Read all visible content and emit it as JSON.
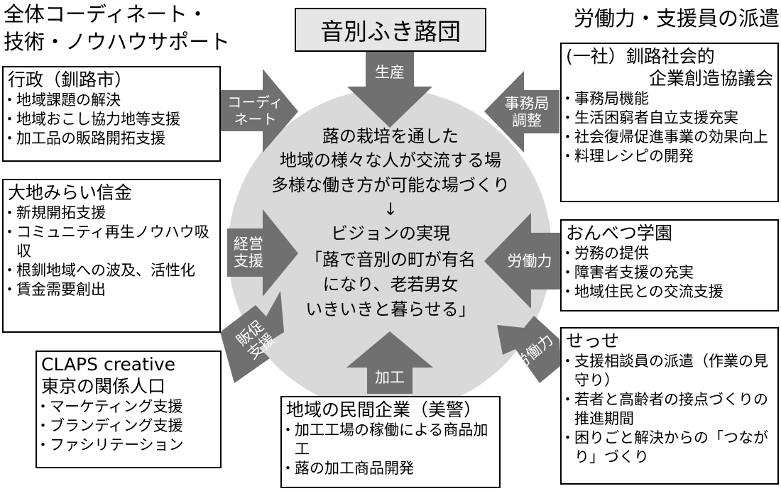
{
  "headings": {
    "left_line1": "全体コーディネート・",
    "left_line2": "技術・ノウハウサポート",
    "right": "労働力・支援員の派遣"
  },
  "top_box": {
    "title": "音別ふき蕗団"
  },
  "center": {
    "line1": "蕗の栽培を通した",
    "line2": "地域の様々な人が交流する場",
    "line3": "多様な働き方が可能な場づくり",
    "arrow": "↓",
    "line4": "ビジョンの実現",
    "line5": "「蕗で音別の町が有名",
    "line6": "になり、老若男女",
    "line7": "いきいきと暮らせる」"
  },
  "arrows": {
    "top": "生産",
    "bottom": "加工",
    "left_top": [
      "コーディ",
      "ネート"
    ],
    "left_mid": [
      "経営",
      "支援"
    ],
    "left_bottom": [
      "販促",
      "支援"
    ],
    "right_top": [
      "事務局",
      "調整"
    ],
    "right_mid": "労働力",
    "right_bottom": "労働力"
  },
  "boxes": {
    "gyosei": {
      "title": "行政（釧路市）",
      "items": [
        "地域課題の解決",
        "地域おこし協力地等支援",
        "加工品の販路開拓支援"
      ]
    },
    "daichi": {
      "title": "大地みらい信金",
      "items": [
        "新規開拓支援",
        "コミュニティ再生ノウハウ吸収",
        "根釧地域への波及、活性化",
        "賃金需要創出"
      ]
    },
    "claps": {
      "title_line1": "CLAPS creative",
      "title_line2": "東京の関係人口",
      "items": [
        "マーケティング支援",
        "ブランディング支援",
        "ファシリテーション"
      ]
    },
    "minkan": {
      "title": "地域の民間企業（美警）",
      "items": [
        "加工工場の稼働による商品加工",
        "蕗の加工商品開発"
      ]
    },
    "kyogikai": {
      "title_line1": "(一社）釧路社会的",
      "title_line2": "企業創造協議会",
      "items": [
        "事務局機能",
        "生活困窮者自立支援充実",
        "社会復帰促進事業の効果向上",
        "料理レシピの開発"
      ]
    },
    "onbetsu": {
      "title": "おんべつ学園",
      "items": [
        "労務の提供",
        "障害者支援の充実",
        "地域住民との交流支援"
      ]
    },
    "sesse": {
      "title": "せっせ",
      "items": [
        "支援相談員の派遣（作業の見守り）",
        "若者と高齢者の接点づくりの推進期間",
        "困りごと解決からの「つながり」づくり"
      ]
    }
  },
  "colors": {
    "circle": "#d9d9d9",
    "arrow": "#707070",
    "title_fill": "#e6e6e6"
  }
}
